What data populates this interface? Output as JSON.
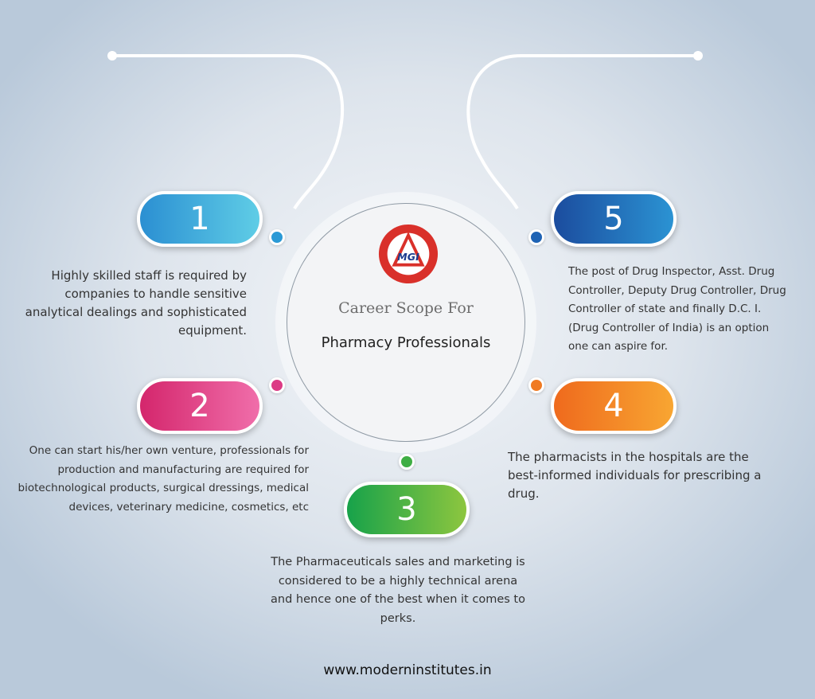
{
  "center": {
    "subtitle": "Career Scope For",
    "title": "Pharmacy Professionals",
    "logo_text": "MGI"
  },
  "items": [
    {
      "number": "1",
      "color_from": "#2b8fd2",
      "color_to": "#5fcde6",
      "text": "Highly skilled staff is required by companies to handle sensitive analytical dealings and sophisticated equipment."
    },
    {
      "number": "2",
      "color_from": "#d4266c",
      "color_to": "#f06eaa",
      "text": "One can start his/her own venture, professionals for production and manufacturing are required for biotechnological products, surgical dressings, medical devices, veterinary medicine, cosmetics, etc"
    },
    {
      "number": "3",
      "color_from": "#17a24a",
      "color_to": "#8dc63f",
      "text": "The Pharmaceuticals sales and marketing is considered to be a highly technical arena and hence one of the best when it comes to perks."
    },
    {
      "number": "4",
      "color_from": "#ef6a1d",
      "color_to": "#f8a632",
      "text": "The pharmacists in the hospitals are the best-informed individuals for prescribing a drug."
    },
    {
      "number": "5",
      "color_from": "#1b4c9e",
      "color_to": "#2b93d3",
      "text": "The post of Drug Inspector, Asst. Drug Controller, Deputy Drug Controller, Drug Controller of state and finally D.C. I. (Drug Controller of India) is an option one can aspire for."
    }
  ],
  "footer": {
    "url": "www.moderninstitutes.in"
  }
}
